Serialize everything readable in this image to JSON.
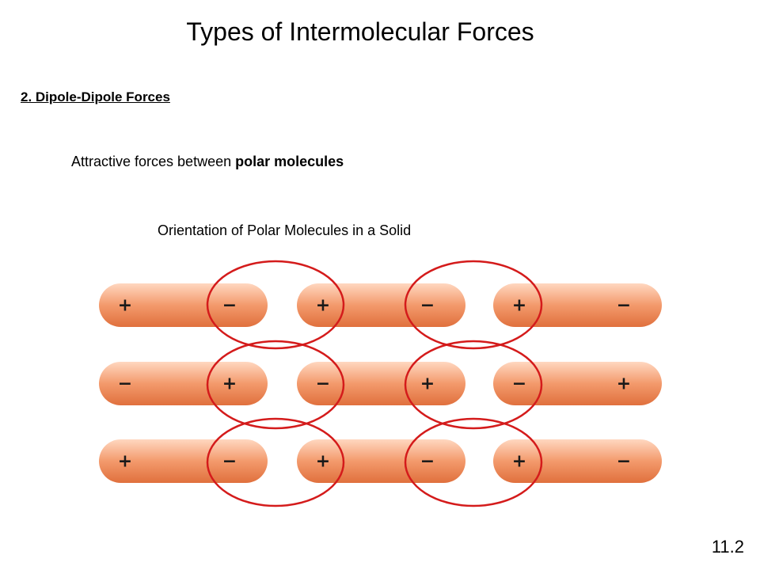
{
  "slide": {
    "title": "Types of Intermolecular Forces",
    "section_heading": "2. Dipole-Dipole Forces",
    "definition_prefix": "Attractive forces between ",
    "definition_bold": "polar molecules",
    "diagram_caption": "Orientation of Polar Molecules in a Solid",
    "slide_number": "11.2"
  },
  "diagram": {
    "rows": [
      [
        [
          "+",
          "−"
        ],
        [
          "+",
          "−"
        ],
        [
          "+",
          "−"
        ]
      ],
      [
        [
          "−",
          "+"
        ],
        [
          "−",
          "+"
        ],
        [
          "−",
          "+"
        ]
      ],
      [
        [
          "+",
          "−"
        ],
        [
          "+",
          "−"
        ],
        [
          "+",
          "−"
        ]
      ]
    ],
    "colors": {
      "molecule_fill": "#f39a6c",
      "molecule_highlight": "#ffd7c0",
      "molecule_shadow": "#e0703d",
      "interaction_circle": "#d41b1b",
      "charge_text": "#1a1a1a"
    }
  }
}
